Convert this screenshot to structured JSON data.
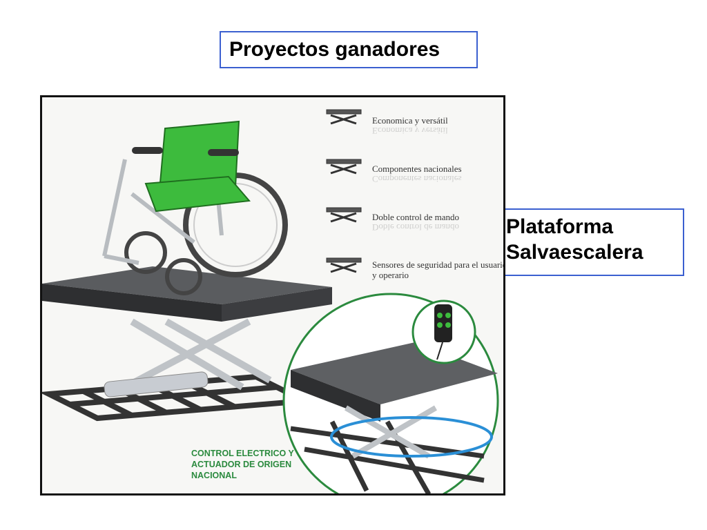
{
  "title": "Proyectos ganadores",
  "side_label": {
    "line1": "Plataforma",
    "line2": "Salvaescalera"
  },
  "features": [
    {
      "label": "Economica y versátil"
    },
    {
      "label": "Componentes nacionales"
    },
    {
      "label": "Doble control de mando"
    },
    {
      "label": "Sensores de seguridad para el usuario y operario"
    }
  ],
  "caption": {
    "line1": "CONTROL ELECTRICO Y",
    "line2": "ACTUADOR DE ORIGEN",
    "line3": "NACIONAL"
  },
  "colors": {
    "frame_blue": "#3a5fd0",
    "accent_green": "#2b8a3e",
    "seat_green": "#3dbb3d"
  }
}
